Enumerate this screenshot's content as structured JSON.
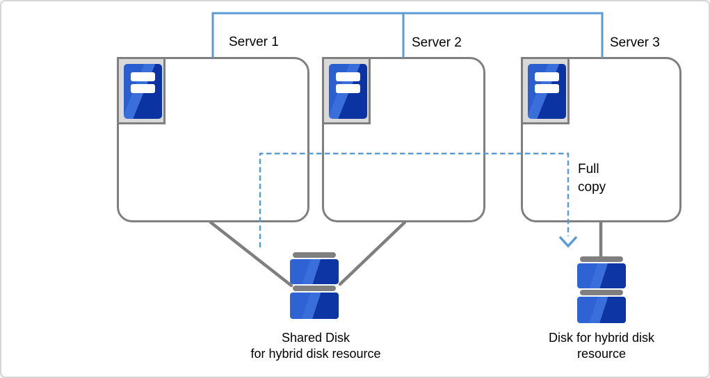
{
  "servers": [
    {
      "label": "Server 1"
    },
    {
      "label": "Server 2"
    },
    {
      "label": "Server 3"
    }
  ],
  "full_copy": {
    "lines": [
      "Full",
      "copy"
    ]
  },
  "shared_disk": {
    "lines": [
      "Shared Disk",
      "for hybrid disk resource"
    ]
  },
  "hybrid_disk": {
    "lines": [
      "Disk for hybrid disk",
      "resource"
    ]
  },
  "icons": {
    "server": "server-tower-icon",
    "disk": "disk-stack-icon",
    "full_copy_arrow": "dashed-arrow-down-icon"
  },
  "colors": {
    "connector_blue": "#5b9bd5",
    "icon_blue": "#2f63d3",
    "icon_blue_dark": "#0d35a4",
    "line_gray": "#7f7f7f",
    "icon_frame_gray": "#d9d9d9",
    "text": "#000000"
  }
}
